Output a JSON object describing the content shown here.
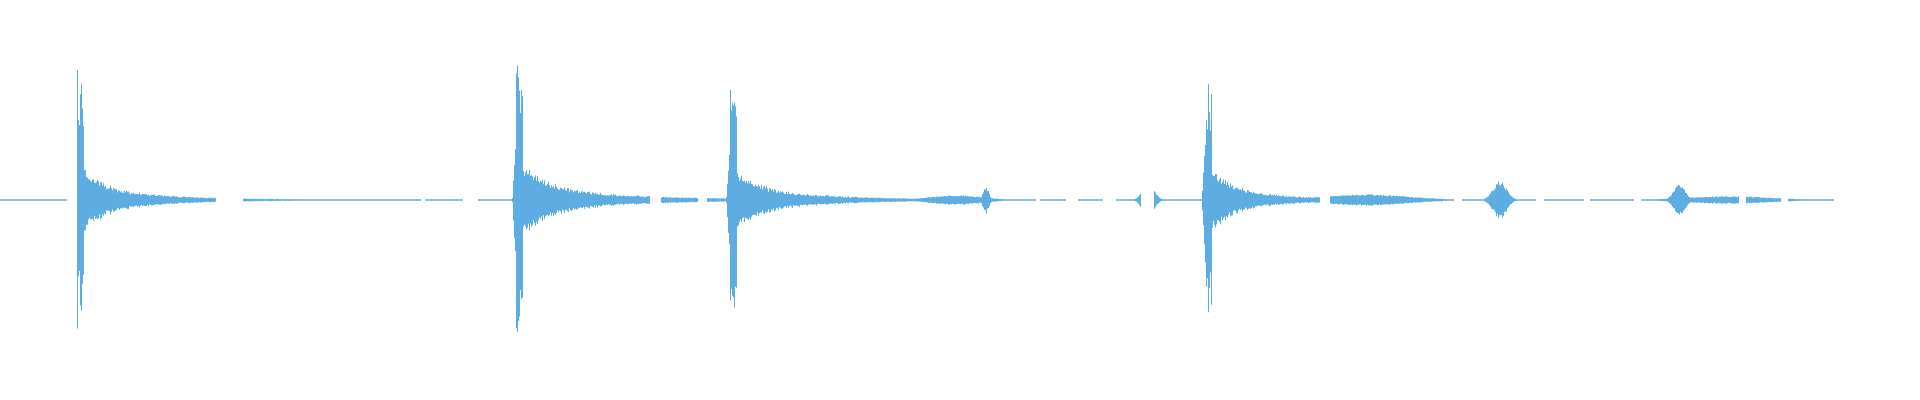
{
  "waveform": {
    "color": "#5dade2",
    "background": "#ffffff",
    "duration_s": 10,
    "silent_gaps": [
      [
        0.35,
        0.4
      ],
      [
        1.13,
        1.27
      ],
      [
        2.2,
        2.22
      ],
      [
        2.42,
        2.5
      ],
      [
        3.4,
        3.46
      ],
      [
        3.65,
        3.7
      ],
      [
        5.42,
        5.44
      ],
      [
        5.58,
        5.64
      ],
      [
        5.77,
        5.84
      ],
      [
        5.97,
        6.04
      ],
      [
        6.91,
        6.96
      ],
      [
        7.61,
        7.65
      ],
      [
        8.04,
        8.08
      ],
      [
        8.29,
        8.32
      ],
      [
        8.55,
        8.59
      ],
      [
        9.1,
        9.14
      ],
      [
        9.32,
        9.36
      ],
      [
        9.6,
        10.0
      ]
    ],
    "events": [
      {
        "kind": "transient",
        "t": 0.4,
        "peak": 0.68,
        "decay_s": 0.45,
        "tail": 0.06
      },
      {
        "kind": "transient",
        "t": 2.7,
        "peak": 0.72,
        "decay_s": 0.55,
        "tail": 0.07
      },
      {
        "kind": "transient",
        "t": 3.82,
        "peak": 0.58,
        "decay_s": 0.5,
        "tail": 0.06
      },
      {
        "kind": "transient",
        "t": 6.31,
        "peak": 0.68,
        "decay_s": 0.45,
        "tail": 0.05
      },
      {
        "kind": "blip",
        "t": 5.16,
        "peak": 0.07,
        "width_s": 0.03
      },
      {
        "kind": "blip",
        "t": 6.01,
        "peak": 0.09,
        "width_s": 0.06
      },
      {
        "kind": "blip",
        "t": 7.85,
        "peak": 0.1,
        "width_s": 0.07
      },
      {
        "kind": "blip",
        "t": 8.79,
        "peak": 0.08,
        "width_s": 0.06
      },
      {
        "kind": "hum",
        "t": 5.0,
        "peak": 0.025,
        "width_s": 0.28
      },
      {
        "kind": "hum",
        "t": 7.15,
        "peak": 0.03,
        "width_s": 0.45
      },
      {
        "kind": "hum",
        "t": 9.05,
        "peak": 0.02,
        "width_s": 0.45
      }
    ]
  }
}
